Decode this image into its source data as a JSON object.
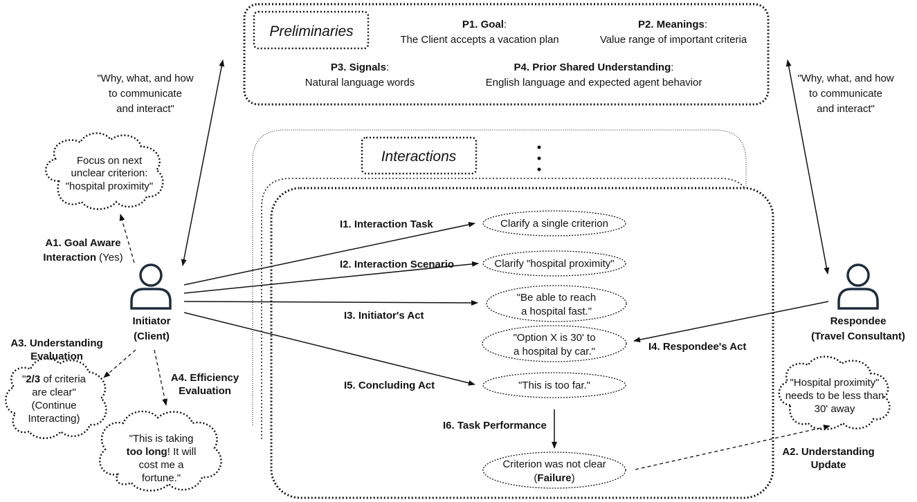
{
  "preliminaries": {
    "title": "Preliminaries",
    "p1_head": "P1. Goal",
    "p1_text": "The Client accepts a vacation plan",
    "p2_head": "P2. Meanings",
    "p2_text": "Value range of important criteria",
    "p3_head": "P3. Signals",
    "p3_text": "Natural language words",
    "p4_head": "P4. Prior Shared Understanding",
    "p4_text": "English language and expected agent behavior"
  },
  "why_left": [
    "\"Why, what, and how",
    "to communicate",
    "and interact\""
  ],
  "why_right": [
    "\"Why, what, and how",
    "to communicate",
    "and interact\""
  ],
  "interactions": {
    "title": "Interactions"
  },
  "initiator": {
    "line1": "Initiator",
    "line2": "(Client)"
  },
  "respondee": {
    "line1": "Respondee",
    "line2": "(Travel Consultant)"
  },
  "thoughts": {
    "focus": [
      "Focus on next",
      "unclear criterion:",
      "\"hospital proximity\""
    ],
    "understanding": {
      "bold": "2/3",
      "rest": " of criteria",
      "lines": [
        "are clear\"",
        "(Continue",
        "Interacting)"
      ]
    },
    "efficiency": {
      "line1": "\"This is taking",
      "bold": "too long",
      "after": "! It will",
      "lines": [
        "cost me a",
        "fortune.\""
      ]
    },
    "hospital": [
      "\"Hospital proximity\"",
      "needs to be less than",
      "30' away"
    ]
  },
  "labels": {
    "a1_line1": "A1. Goal Aware",
    "a1_line2_bold": "Interaction",
    "a1_line2_rest": " (Yes)",
    "a2": [
      "A2. Understanding",
      "Update"
    ],
    "a3": [
      "A3. Understanding",
      "Evaluation"
    ],
    "a4": [
      "A4. Efficiency",
      "Evaluation"
    ],
    "i1": "I1. Interaction Task",
    "i2": "I2. Interaction Scenario",
    "i3": "I3. Initiator's Act",
    "i4": "I4. Respondee's Act",
    "i5": "I5. Concluding Act",
    "i6": "I6. Task Performance"
  },
  "ellipses": {
    "e1": "Clarify a single criterion",
    "e2": "Clarify \"hospital proximity\"",
    "e3": [
      "\"Be able to reach",
      "a hospital fast.\""
    ],
    "e4": [
      "\"Option X is 30' to",
      "a hospital by car.\""
    ],
    "e5": "\"This is too far.\"",
    "e6_line1": "Criterion was not clear",
    "e6_bold": "Failure"
  },
  "colors": {
    "person": "#1f2d3d",
    "stroke": "#111111"
  }
}
